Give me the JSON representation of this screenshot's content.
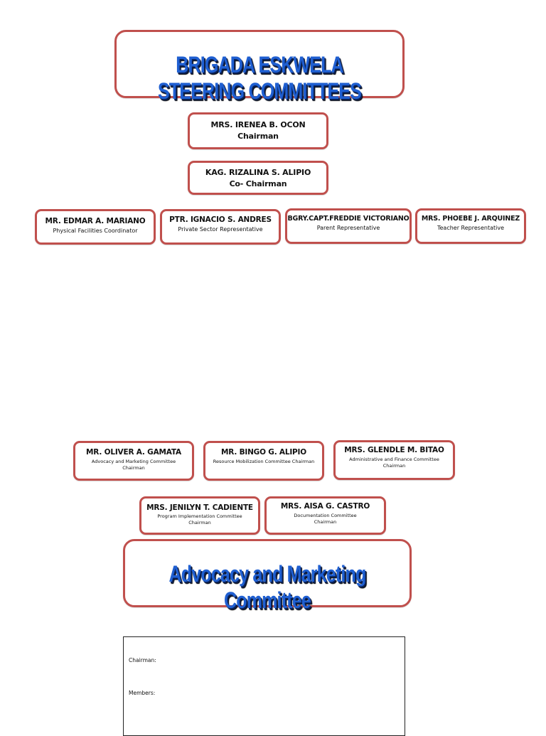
{
  "header": {
    "title_line1": "BRIGADA ESKWELA",
    "title_line2": "STEERING COMMITTEES"
  },
  "steering": {
    "chairman": {
      "name": "MRS. IRENEA B. OCON",
      "role": "Chairman"
    },
    "co_chairman": {
      "name": "KAG. RIZALINA S. ALIPIO",
      "role": "Co- Chairman"
    },
    "members": [
      {
        "name": "MR. EDMAR A. MARIANO",
        "role": "Physical Facilities Coordinator"
      },
      {
        "name": "PTR. IGNACIO S. ANDRES",
        "role": "Private Sector Representative"
      },
      {
        "name": "BGRY.CAPT.FREDDIE VICTORIANO",
        "role": "Parent Representative"
      },
      {
        "name": "MRS. PHOEBE J. ARQUINEZ",
        "role": "Teacher Representative"
      }
    ]
  },
  "committee_chairs": [
    {
      "name": "MR. OLIVER A. GAMATA",
      "role_line1": "Advocacy and Marketing Committee",
      "role_line2": "Chairman"
    },
    {
      "name": "MR. BINGO G. ALIPIO",
      "role_line1": "Resource Mobilization Committee Chairman",
      "role_line2": ""
    },
    {
      "name": "MRS. GLENDLE M. BITAO",
      "role_line1": "Administrative and Finance Committee",
      "role_line2": "Chairman"
    },
    {
      "name": "MRS. JENILYN T. CADIENTE",
      "role_line1": "Program Implementation Committee",
      "role_line2": "Chairman"
    },
    {
      "name": "MRS. AISA G. CASTRO",
      "role_line1": "Documentation Committee",
      "role_line2": "Chairman"
    }
  ],
  "section2": {
    "title_line1": "Advocacy and Marketing",
    "title_line2": "Committee"
  },
  "form": {
    "chairman_label": "Chairman:",
    "members_label": "Members:"
  },
  "colors": {
    "box_border": "#c0504d",
    "title_blue": "#1f5fd1"
  }
}
